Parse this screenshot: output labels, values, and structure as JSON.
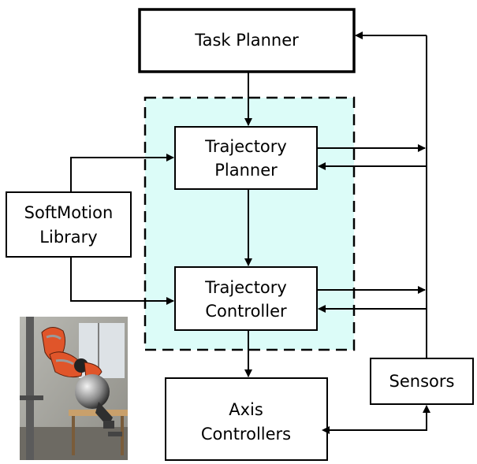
{
  "nodes": {
    "task_planner": {
      "label": "Task Planner"
    },
    "trajectory_planner": {
      "line1": "Trajectory",
      "line2": "Planner"
    },
    "softmotion_library": {
      "line1": "SoftMotion",
      "line2": "Library"
    },
    "trajectory_controller": {
      "line1": "Trajectory",
      "line2": "Controller"
    },
    "axis_controllers": {
      "line1": "Axis",
      "line2": "Controllers"
    },
    "sensors": {
      "label": "Sensors"
    }
  },
  "colors": {
    "dashed_region_fill": "#dcfcf8",
    "stroke": "#000000",
    "robot_orange": "#e0552a"
  }
}
